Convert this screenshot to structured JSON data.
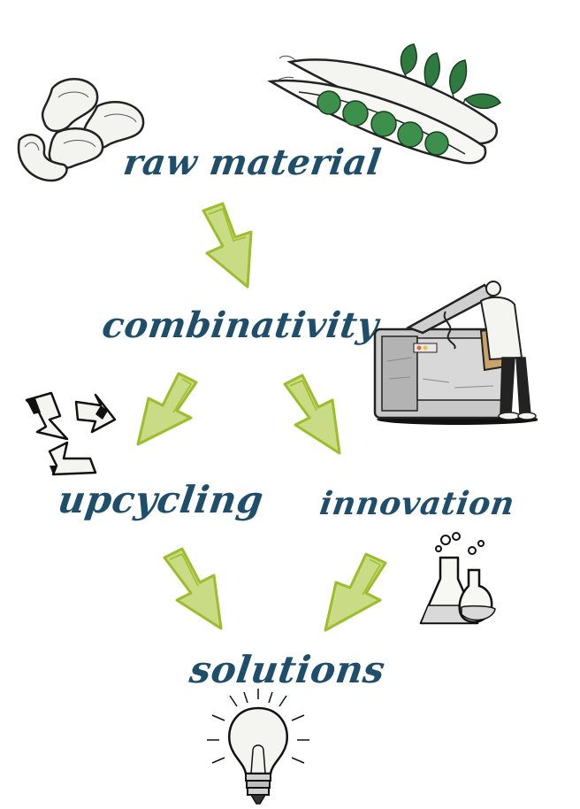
{
  "flow": {
    "nodes": {
      "raw_material": "raw material",
      "combinativity": "combinativity",
      "upcycling": "upcycling",
      "innovation": "innovation",
      "solutions": "solutions"
    }
  },
  "colors": {
    "label": "#1f4e6b",
    "arrow": "#9dbd2b",
    "arrow_shade": "#c9db84",
    "ink": "#222222",
    "pea": "#3d8f4c",
    "leaf": "#2f7a3e",
    "machine": "#c9c9c9",
    "machine_dark": "#9a9a9a",
    "sack": "#c8a36a"
  },
  "icons": {
    "beans": "beans-icon",
    "pea_pod": "pea-pod-icon",
    "machine": "baker-machine-icon",
    "recycle": "recycle-icon",
    "flasks": "flasks-icon",
    "bulb": "light-bulb-icon"
  }
}
